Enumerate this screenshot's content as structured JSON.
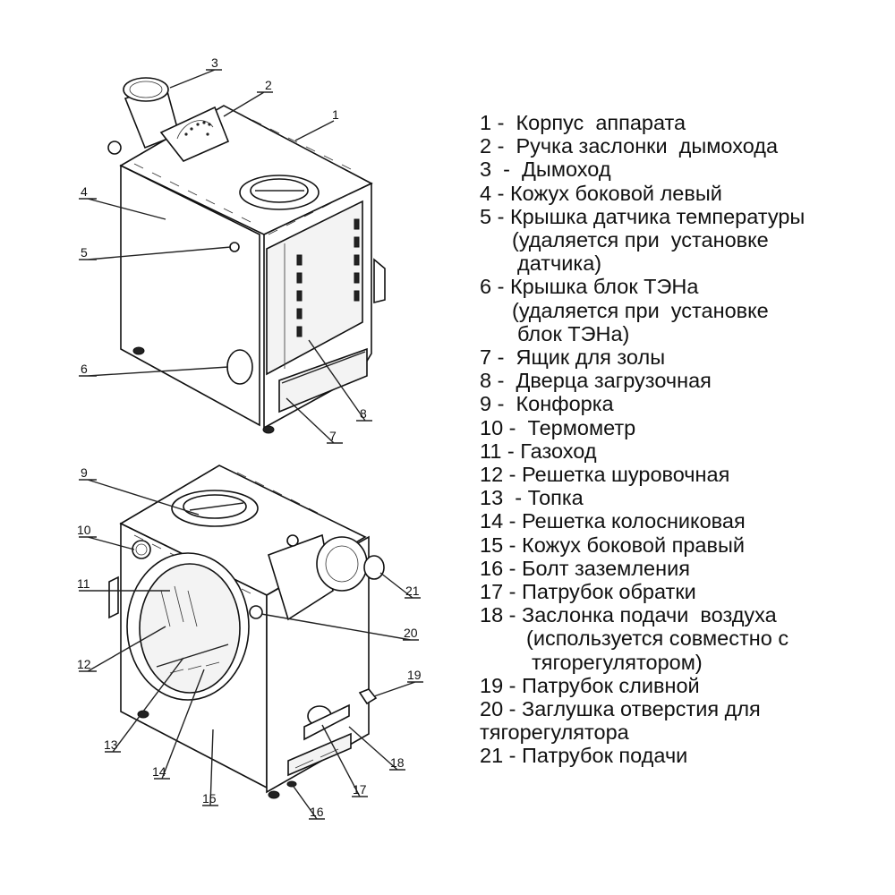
{
  "diagram": {
    "top_view_callouts": [
      "1",
      "2",
      "3",
      "4",
      "5",
      "6",
      "7",
      "8"
    ],
    "bottom_view_callouts": [
      "9",
      "10",
      "11",
      "12",
      "13",
      "14",
      "15",
      "16",
      "17",
      "18",
      "19",
      "20",
      "21"
    ]
  },
  "legend": {
    "items": [
      {
        "num": "1 - ",
        "text": " Корпус  аппарата"
      },
      {
        "num": "2 - ",
        "text": " Ручка заслонки  дымохода"
      },
      {
        "num": "3  - ",
        "text": " Дымоход"
      },
      {
        "num": "4 - ",
        "text": "Кожух боковой левый"
      },
      {
        "num": "5 - ",
        "text": "Крышка датчика температуры",
        "sub": [
          "(удаляется при  установке",
          "датчика)"
        ]
      },
      {
        "num": "6 - ",
        "text": "Крышка блок ТЭНа",
        "sub": [
          "(удаляется при  установке",
          "блок ТЭНа)"
        ]
      },
      {
        "num": "7 - ",
        "text": " Ящик для золы"
      },
      {
        "num": "8 - ",
        "text": " Дверца загрузочная"
      },
      {
        "num": "9 - ",
        "text": " Конфорка"
      },
      {
        "num": "10 - ",
        "text": " Термометр"
      },
      {
        "num": "11 - ",
        "text": "Газоход"
      },
      {
        "num": "12 - ",
        "text": "Решетка шуровочная"
      },
      {
        "num": "13  - ",
        "text": "Топка"
      },
      {
        "num": "14 - ",
        "text": "Решетка колосниковая"
      },
      {
        "num": "15 - ",
        "text": "Кожух боковой правый"
      },
      {
        "num": "16 - ",
        "text": "Болт заземления"
      },
      {
        "num": "17 - ",
        "text": "Патрубок обратки"
      },
      {
        "num": "18 - ",
        "text": "Заслонка подачи  воздуха",
        "sub": [
          "(используется совместно с",
          "тягорегулятором)"
        ]
      },
      {
        "num": "19 - ",
        "text": "Патрубок сливной"
      },
      {
        "num": "20 - ",
        "text": "Заглушка отверстия для",
        "sub2": "тягорегулятора"
      },
      {
        "num": "21 - ",
        "text": "Патрубок подачи"
      }
    ]
  }
}
